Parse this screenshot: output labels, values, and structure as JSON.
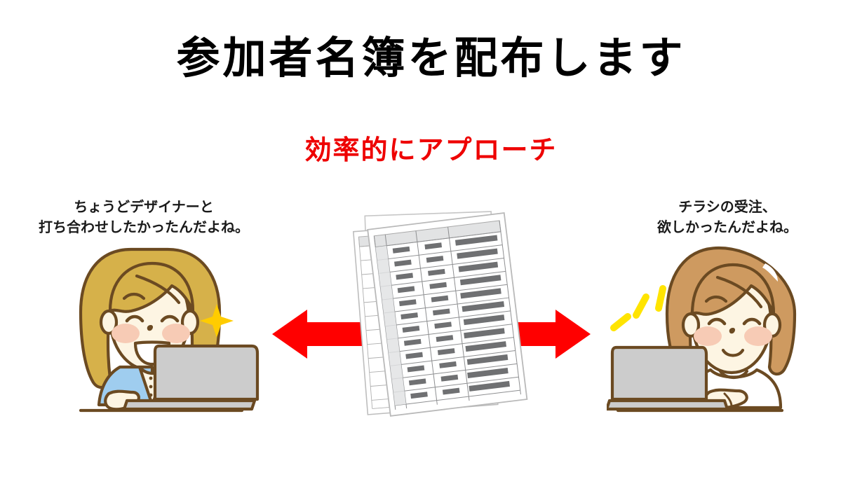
{
  "slide": {
    "title": "参加者名簿を配布します",
    "subtitle": "効率的にアプローチ",
    "background_color": "#FFFFFF",
    "title_color": "#000000",
    "subtitle_color": "#EE0000"
  },
  "left_person": {
    "caption_line1": "ちょうどデザイナーと",
    "caption_line2": "打ち合わせしたかったんだよね。",
    "hair_color": "#D6B14A",
    "skin_color": "#FDF5E3",
    "outline_color": "#6B4A22",
    "clothing_color": "#9FCDEF",
    "cheek_color": "#F7CBB5",
    "laptop_color": "#CCCCCC",
    "sparkle_color": "#FFCC00",
    "sparkle_icon": "four-point-star-icon",
    "expression": "smiling-open-mouth"
  },
  "right_person": {
    "caption_line1": "チラシの受注、",
    "caption_line2": "欲しかったんだよね。",
    "hair_color": "#CE9A60",
    "skin_color": "#FDF5E3",
    "outline_color": "#6B4A22",
    "clothing_color": "#FFFFFF",
    "cheek_color": "#F7CBB5",
    "laptop_color": "#CCCCCC",
    "emphasis_color": "#FFE400",
    "emphasis_icon": "emphasis-lines-icon",
    "expression": "smiling-closed-mouth"
  },
  "arrows": {
    "left_arrow_icon": "arrow-left-icon",
    "right_arrow_icon": "arrow-right-icon",
    "color": "#FF0000",
    "direction_note": "bidirectional"
  },
  "documents": {
    "icon": "roster-document-stack-icon",
    "sheet_count": 3,
    "paper_color": "#FFFFFF",
    "border_color": "#B9B9B9",
    "header_fill": "#E2E3E4",
    "row_band_fill": "#6F7072",
    "table_rows": 12,
    "table_columns": 3,
    "rotation_front_deg": -6,
    "rotation_mid_deg": -3,
    "rotation_back_deg": 0
  }
}
